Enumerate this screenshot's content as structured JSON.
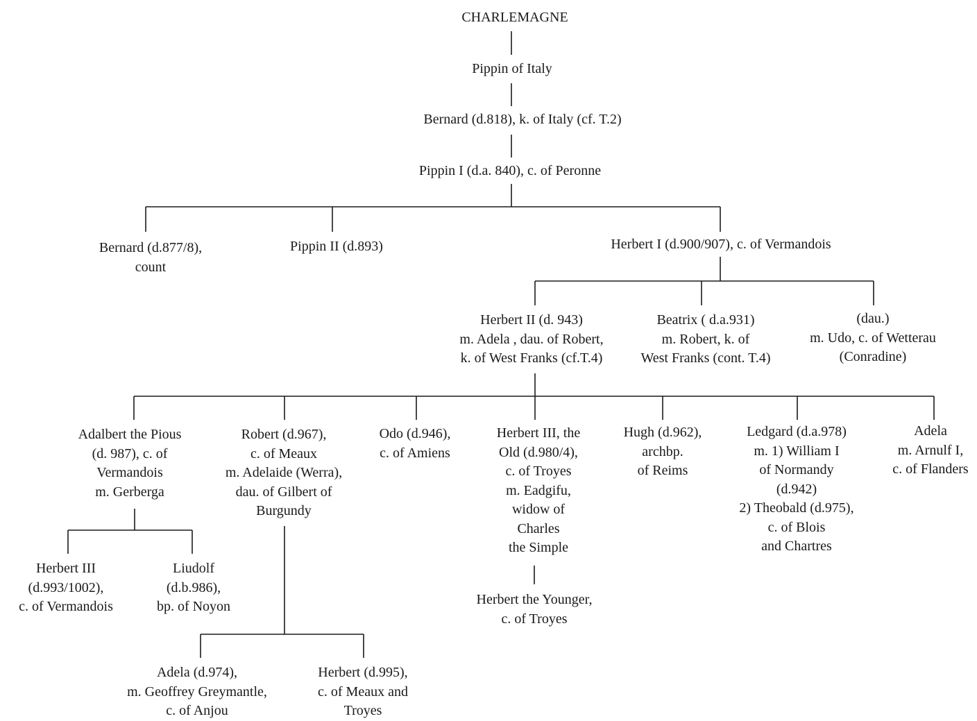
{
  "nodes": {
    "charlemagne": [
      "CHARLEMAGNE"
    ],
    "pippin_italy": [
      "Pippin of Italy"
    ],
    "bernard_italy": [
      "Bernard (d.818), k. of Italy  (cf. T.2)"
    ],
    "pippin_i": [
      "Pippin I (d.a. 840), c. of Peronne"
    ],
    "bernard_count": [
      "Bernard (d.877/8),",
      "count"
    ],
    "pippin_ii": [
      "Pippin II (d.893)"
    ],
    "herbert_i": [
      "Herbert I (d.900/907), c. of Vermandois"
    ],
    "herbert_ii": [
      "Herbert II (d. 943)",
      "m. Adela , dau. of Robert,",
      "k. of West Franks (cf.T.4)"
    ],
    "beatrix": [
      "Beatrix ( d.a.931)",
      "m.  Robert, k. of",
      "West Franks (cont. T.4)"
    ],
    "dau_udo": [
      "(dau.)",
      "m. Udo, c. of Wetterau",
      "(Conradine)"
    ],
    "adalbert": [
      "Adalbert the Pious",
      "(d. 987), c. of",
      "Vermandois",
      "m. Gerberga"
    ],
    "robert_meaux": [
      "Robert (d.967),",
      "c. of Meaux",
      "m. Adelaide (Werra),",
      "dau. of Gilbert of",
      "Burgundy"
    ],
    "odo": [
      "Odo (d.946),",
      "c. of Amiens"
    ],
    "herbert_iii_old": [
      "Herbert III, the",
      "Old (d.980/4),",
      "c. of Troyes",
      "m. Eadgifu,",
      "widow of",
      "Charles",
      "the Simple"
    ],
    "hugh": [
      "Hugh (d.962),",
      "archbp.",
      "of Reims"
    ],
    "ledgard": [
      "Ledgard (d.a.978)",
      "m. 1) William I",
      "of Normandy",
      "(d.942)",
      "2) Theobald (d.975),",
      "c. of Blois",
      "and Chartres"
    ],
    "adela_flanders": [
      "Adela",
      "m. Arnulf I,",
      "c. of  Flanders"
    ],
    "herbert_iii_verm": [
      "Herbert III",
      "(d.993/1002),",
      "c. of Vermandois"
    ],
    "liudolf": [
      "Liudolf",
      "(d.b.986),",
      "bp. of Noyon"
    ],
    "herbert_younger": [
      "Herbert the Younger,",
      "c. of Troyes"
    ],
    "adela_anjou": [
      "Adela (d.974),",
      "m. Geoffrey Greymantle,",
      "c. of Anjou"
    ],
    "herbert_meaux": [
      "Herbert (d.995),",
      "c. of Meaux and",
      "Troyes"
    ]
  }
}
